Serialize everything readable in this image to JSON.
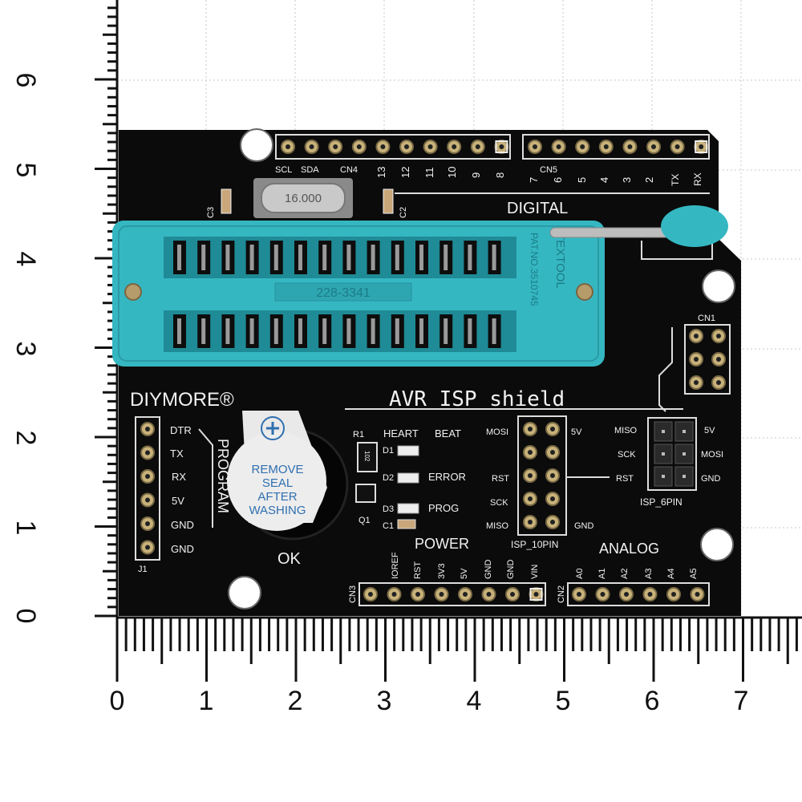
{
  "ruler": {
    "horizontal_labels": [
      "0",
      "1",
      "2",
      "3",
      "4",
      "5",
      "6",
      "7"
    ],
    "vertical_labels": [
      "0",
      "1",
      "2",
      "3",
      "4",
      "5",
      "6"
    ]
  },
  "board": {
    "brand": "DIYMORE®",
    "title": "AVR ISP shield",
    "digital_label": "DIGITAL",
    "power_label": "POWER",
    "analog_label": "ANALOG",
    "program_label": "PROGRAM",
    "crystal_text": "16.000",
    "zif_model": "228-3341",
    "zif_brand_line1": "TEXTOOL",
    "zif_brand_line2": "PAT.NO.3510745",
    "buzzer_text": [
      "REMOVE",
      "SEAL",
      "AFTER",
      "WASHING"
    ],
    "ok_label": "OK",
    "cn4_label": "CN4",
    "cn5_label": "CN5",
    "cn1_label": "CN1",
    "cn3_label": "CN3",
    "cn2_label": "CN2",
    "j1_label": "J1",
    "r1_label": "R1",
    "q1_label": "Q1",
    "c1_label": "C1",
    "c2_label": "C2",
    "c3_label": "C3",
    "d1_label": "D1",
    "d2_label": "D2",
    "d3_label": "D3",
    "resistor_code": "102",
    "top_left_header": [
      "SCL",
      "SDA",
      "CN4",
      "13",
      "12",
      "11",
      "10",
      "9",
      "8"
    ],
    "top_right_header": [
      "7",
      "6",
      "5",
      "4",
      "3",
      "2",
      "TX",
      "RX"
    ],
    "program_pins": [
      "DTR",
      "TX",
      "RX",
      "5V",
      "GND",
      "GND"
    ],
    "leds": {
      "heart": "HEART",
      "beat": "BEAT",
      "error": "ERROR",
      "prog": "PROG"
    },
    "isp10": {
      "label": "ISP_10PIN",
      "mosi": "MOSI",
      "rst": "RST",
      "sck": "SCK",
      "miso": "MISO",
      "v5": "5V",
      "gnd": "GND"
    },
    "isp6": {
      "label": "ISP_6PIN",
      "miso": "MISO",
      "sck": "SCK",
      "rst": "RST",
      "v5": "5V",
      "mosi": "MOSI",
      "gnd": "GND"
    },
    "power_pins": [
      "IOREF",
      "RST",
      "3V3",
      "5V",
      "GND",
      "GND",
      "VIN"
    ],
    "analog_pins": [
      "A0",
      "A1",
      "A2",
      "A3",
      "A4",
      "A5"
    ]
  },
  "colors": {
    "board": "#0b0b0b",
    "zif": "#35b7c2",
    "zif_dark": "#1f8b96",
    "silkscreen": "#f2f2f2",
    "pin_gold": "#c8b27a",
    "ruler_line": "#111111"
  }
}
